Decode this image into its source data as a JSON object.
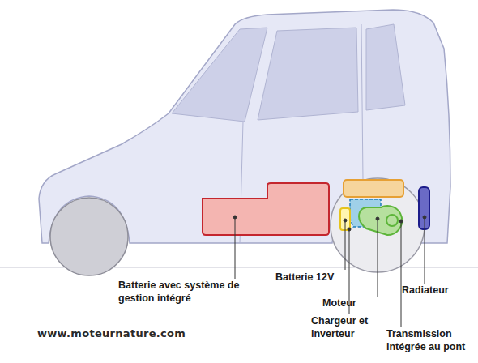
{
  "diagram": {
    "labels": [
      "Batterie avec système de gestion intégré",
      "Batterie 12V",
      "Moteur",
      "Chargeur et inverteur",
      "Transmission intégrée au pont",
      "Radiateur",
      "www.moteurnature.com"
    ]
  }
}
